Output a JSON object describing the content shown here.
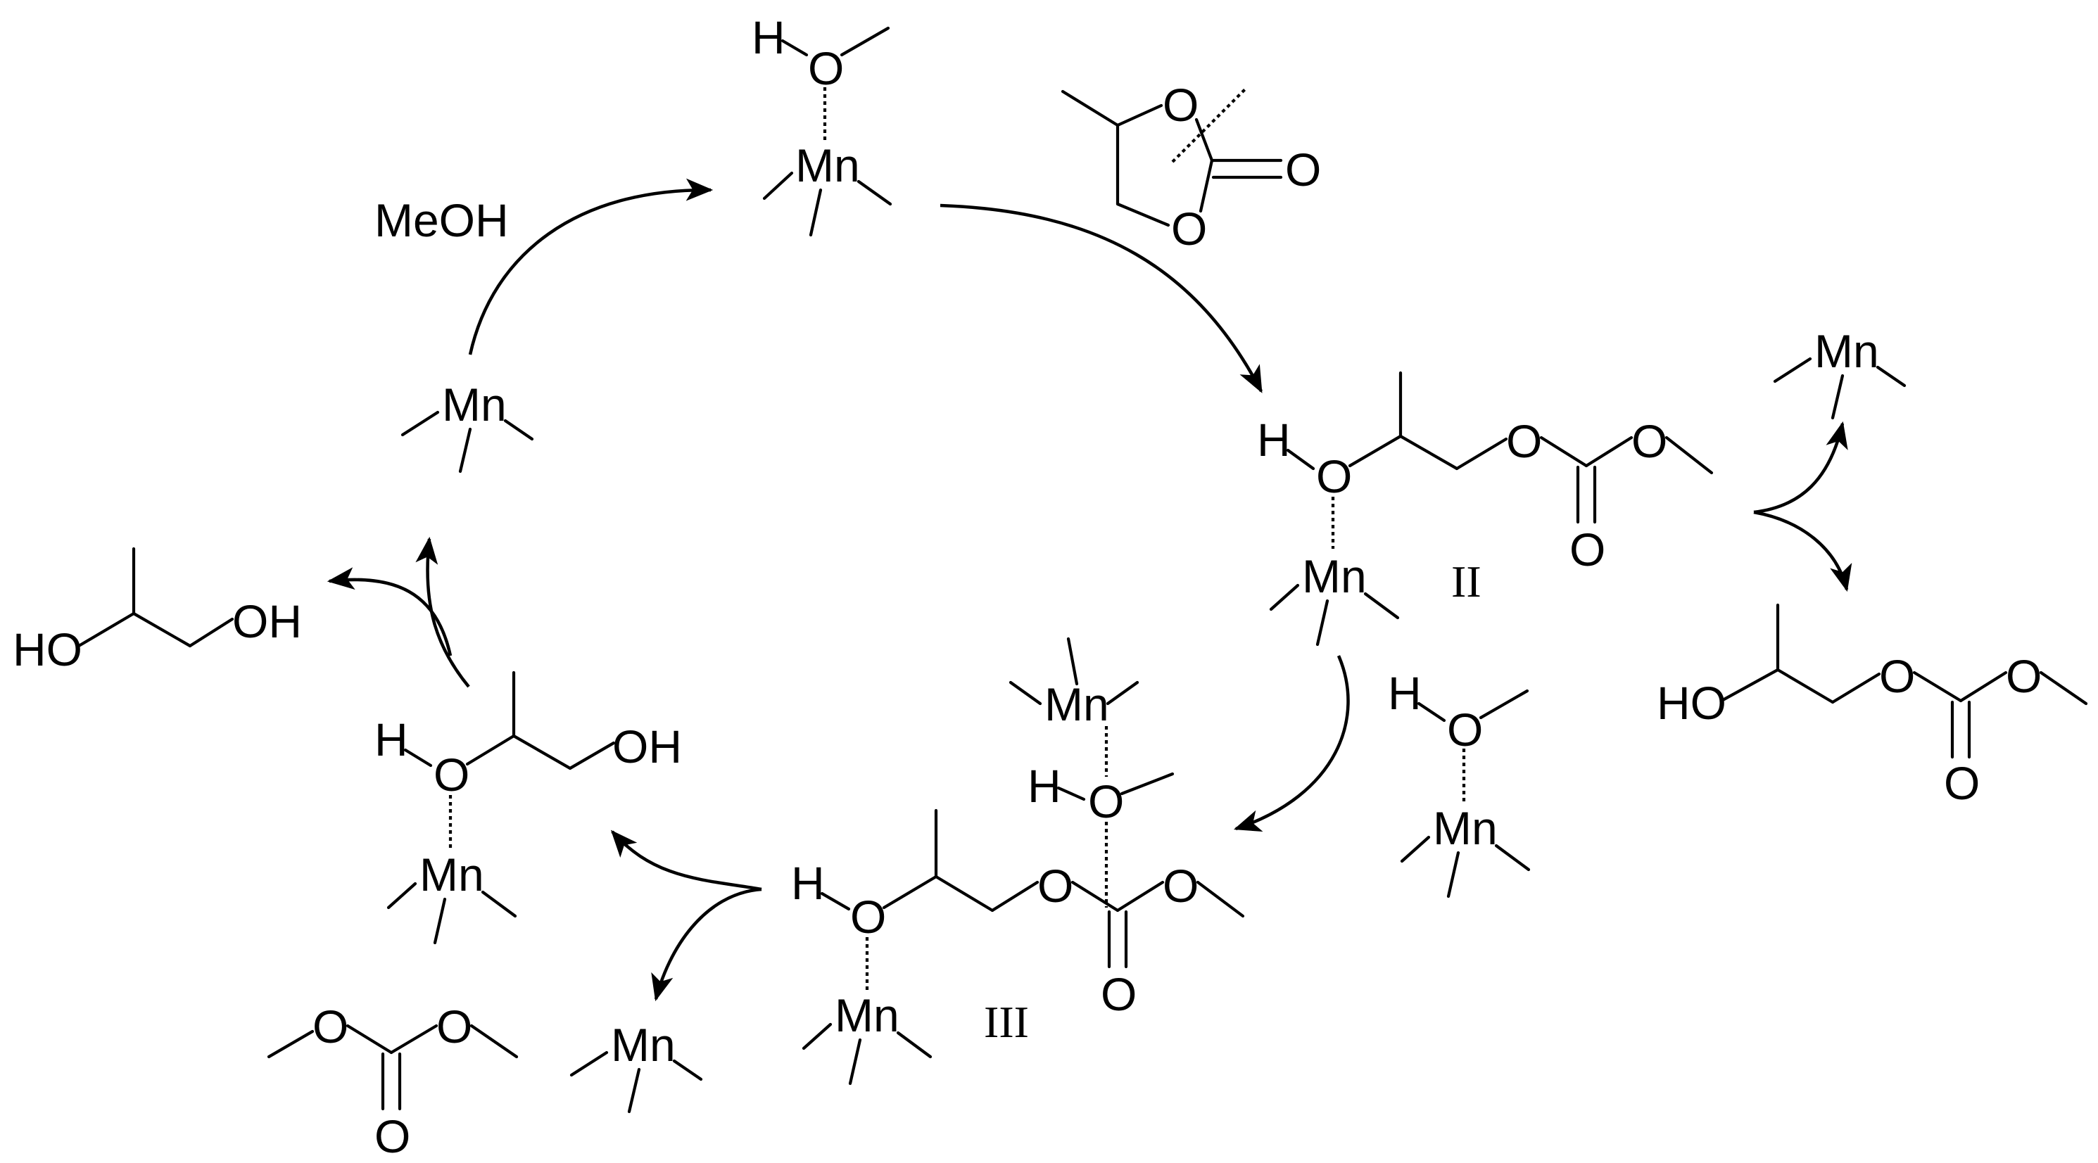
{
  "labels": {
    "h": "H",
    "o": "O",
    "mn": "Mn",
    "oh": "OH",
    "ho": "HO",
    "meoh": "MeOH"
  },
  "intermediates": {
    "ii": "II",
    "iii": "III"
  }
}
